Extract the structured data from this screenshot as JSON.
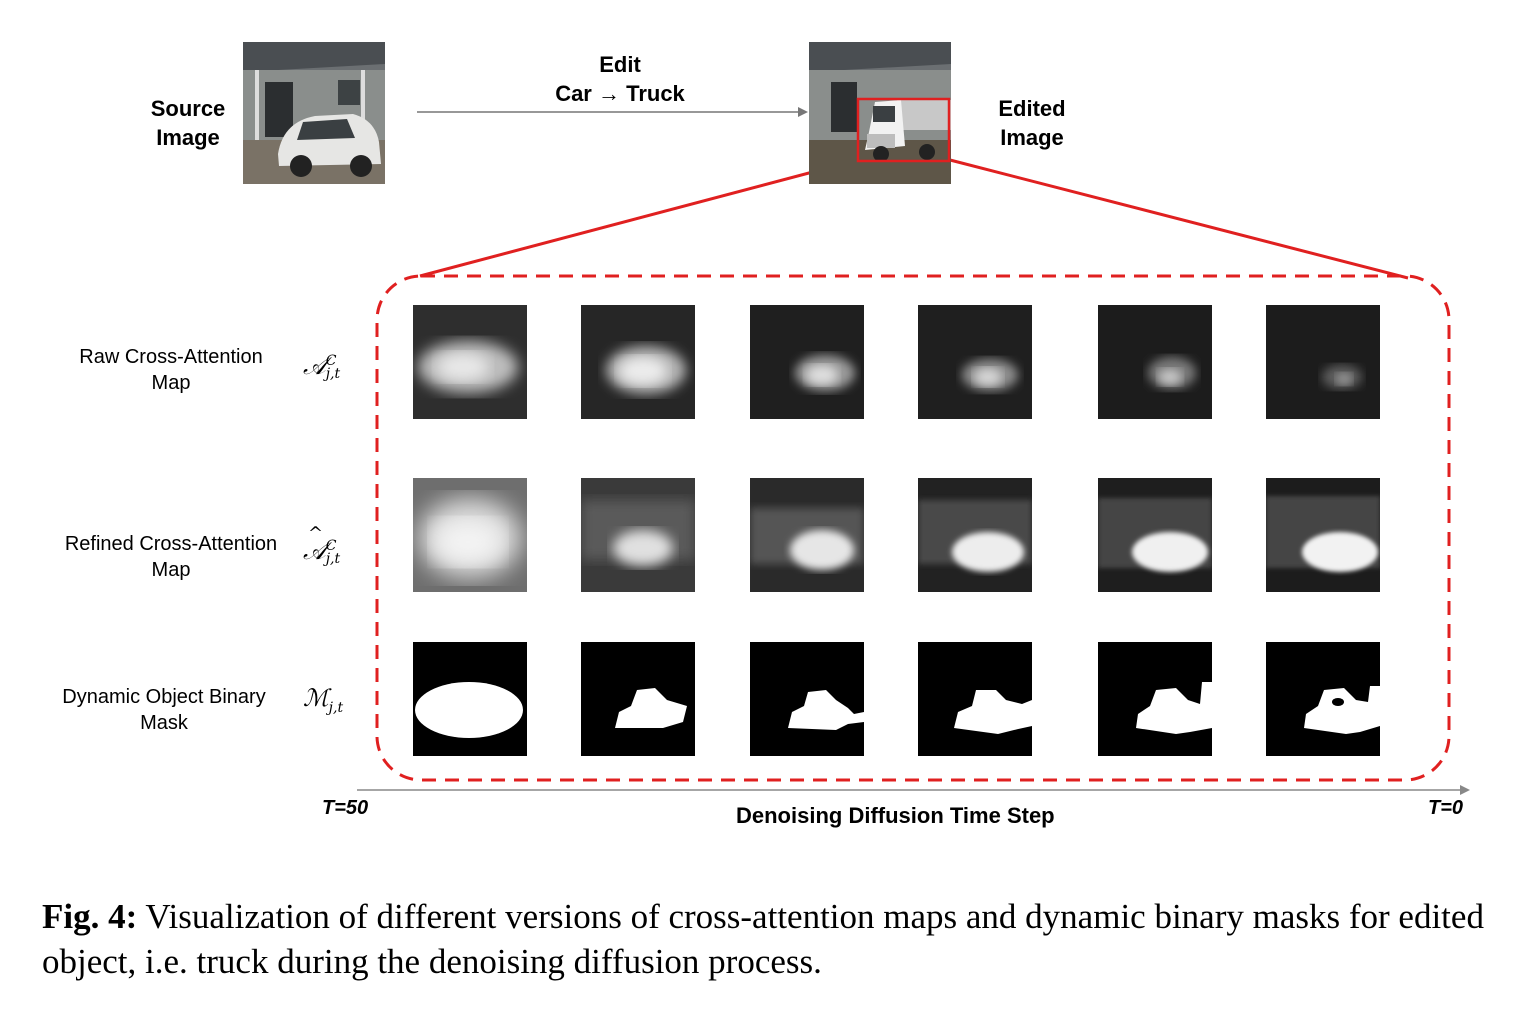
{
  "top": {
    "source_label_line1": "Source",
    "source_label_line2": "Image",
    "edit_label_line1": "Edit",
    "edit_label_line2": "Car → Truck",
    "edited_label_line1": "Edited",
    "edited_label_line2": "Image"
  },
  "rows": [
    {
      "label_line1": "Raw Cross-Attention",
      "label_line2": "Map",
      "symbol_base": "𝒜",
      "symbol_sub": "j,t",
      "symbol_sup": "C",
      "hat": false
    },
    {
      "label_line1": "Refined Cross-Attention",
      "label_line2": "Map",
      "symbol_base": "𝒜",
      "symbol_sub": "j,t",
      "symbol_sup": "C",
      "hat": true
    },
    {
      "label_line1": "Dynamic Object Binary",
      "label_line2": "Mask",
      "symbol_base": "ℳ",
      "symbol_sub": "j,t",
      "symbol_sup": "",
      "hat": false
    }
  ],
  "axis": {
    "start_label": "T=50",
    "end_label": "T=0",
    "title": "Denoising Diffusion Time Step"
  },
  "caption": {
    "prefix": "Fig. 4:",
    "text": " Visualization of different versions of cross-attention maps and dynamic binary masks for edited object, i.e. truck during the denoising diffusion process."
  },
  "colors": {
    "highlight": "#e02020",
    "arrow": "#777777"
  }
}
